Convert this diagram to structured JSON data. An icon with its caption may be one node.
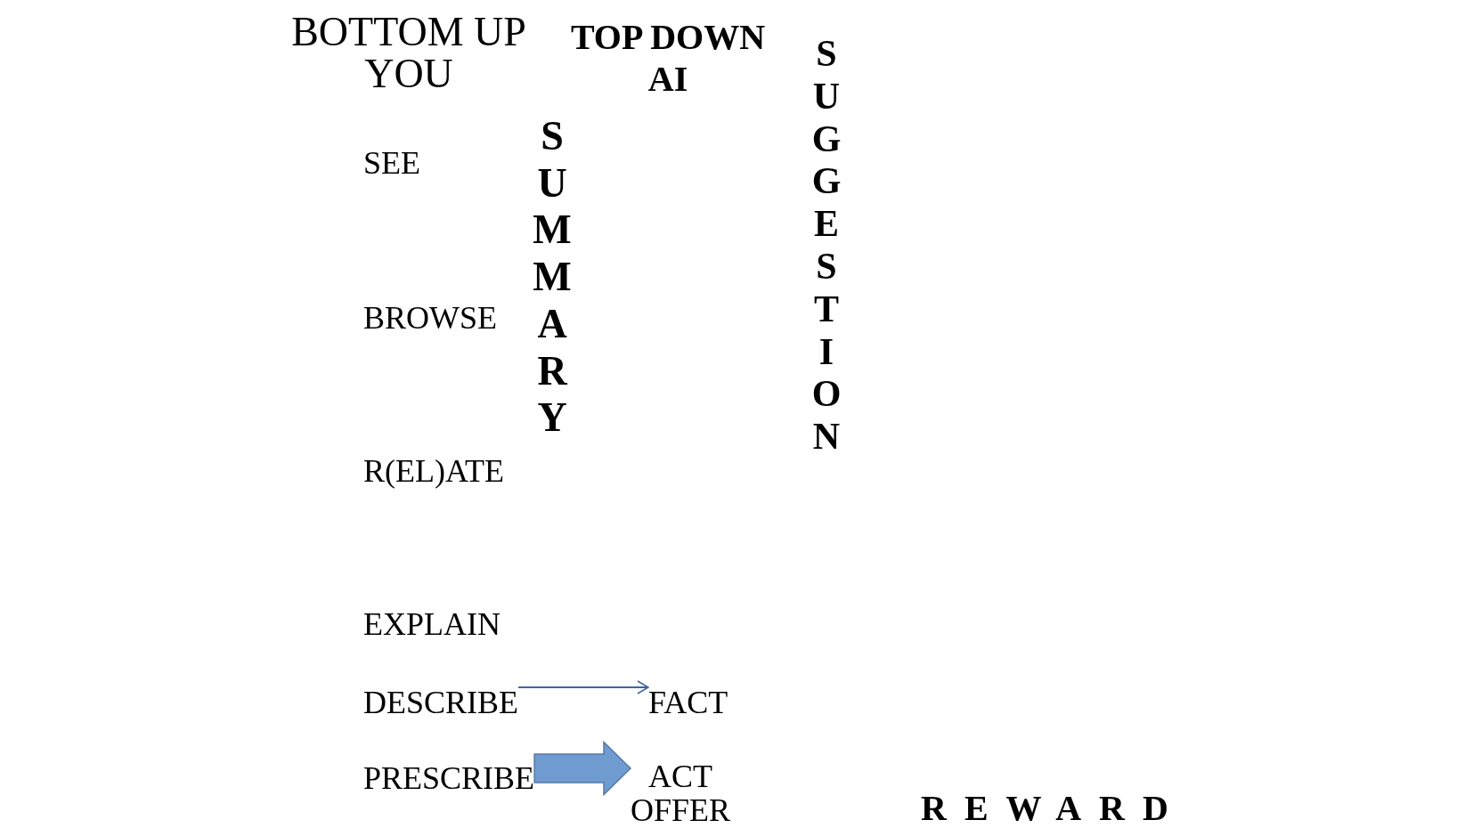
{
  "diagram": {
    "nodes": [
      {
        "text": [
          "DESCRIBE"
        ]
      },
      {
        "text": [
          "FACT"
        ]
      },
      {
        "text": [
          "PRESCRIBE"
        ]
      },
      {
        "text": [
          "ACT OFFER"
        ]
      }
    ],
    "edges": [
      {
        "from": 0,
        "to": 1,
        "arrow": "to"
      },
      {
        "from": 2,
        "to": 3,
        "arrow": "to",
        "style": "thick",
        "color": "#6f9bd0"
      }
    ],
    "labels": [
      "BOTTOM UP YOU",
      "TOP DOWN AI",
      "SUMMARY",
      "SUGGESTION",
      "SEE",
      "BROWSE",
      "R(EL)ATE",
      "EXPLAIN",
      "REWARD"
    ]
  }
}
